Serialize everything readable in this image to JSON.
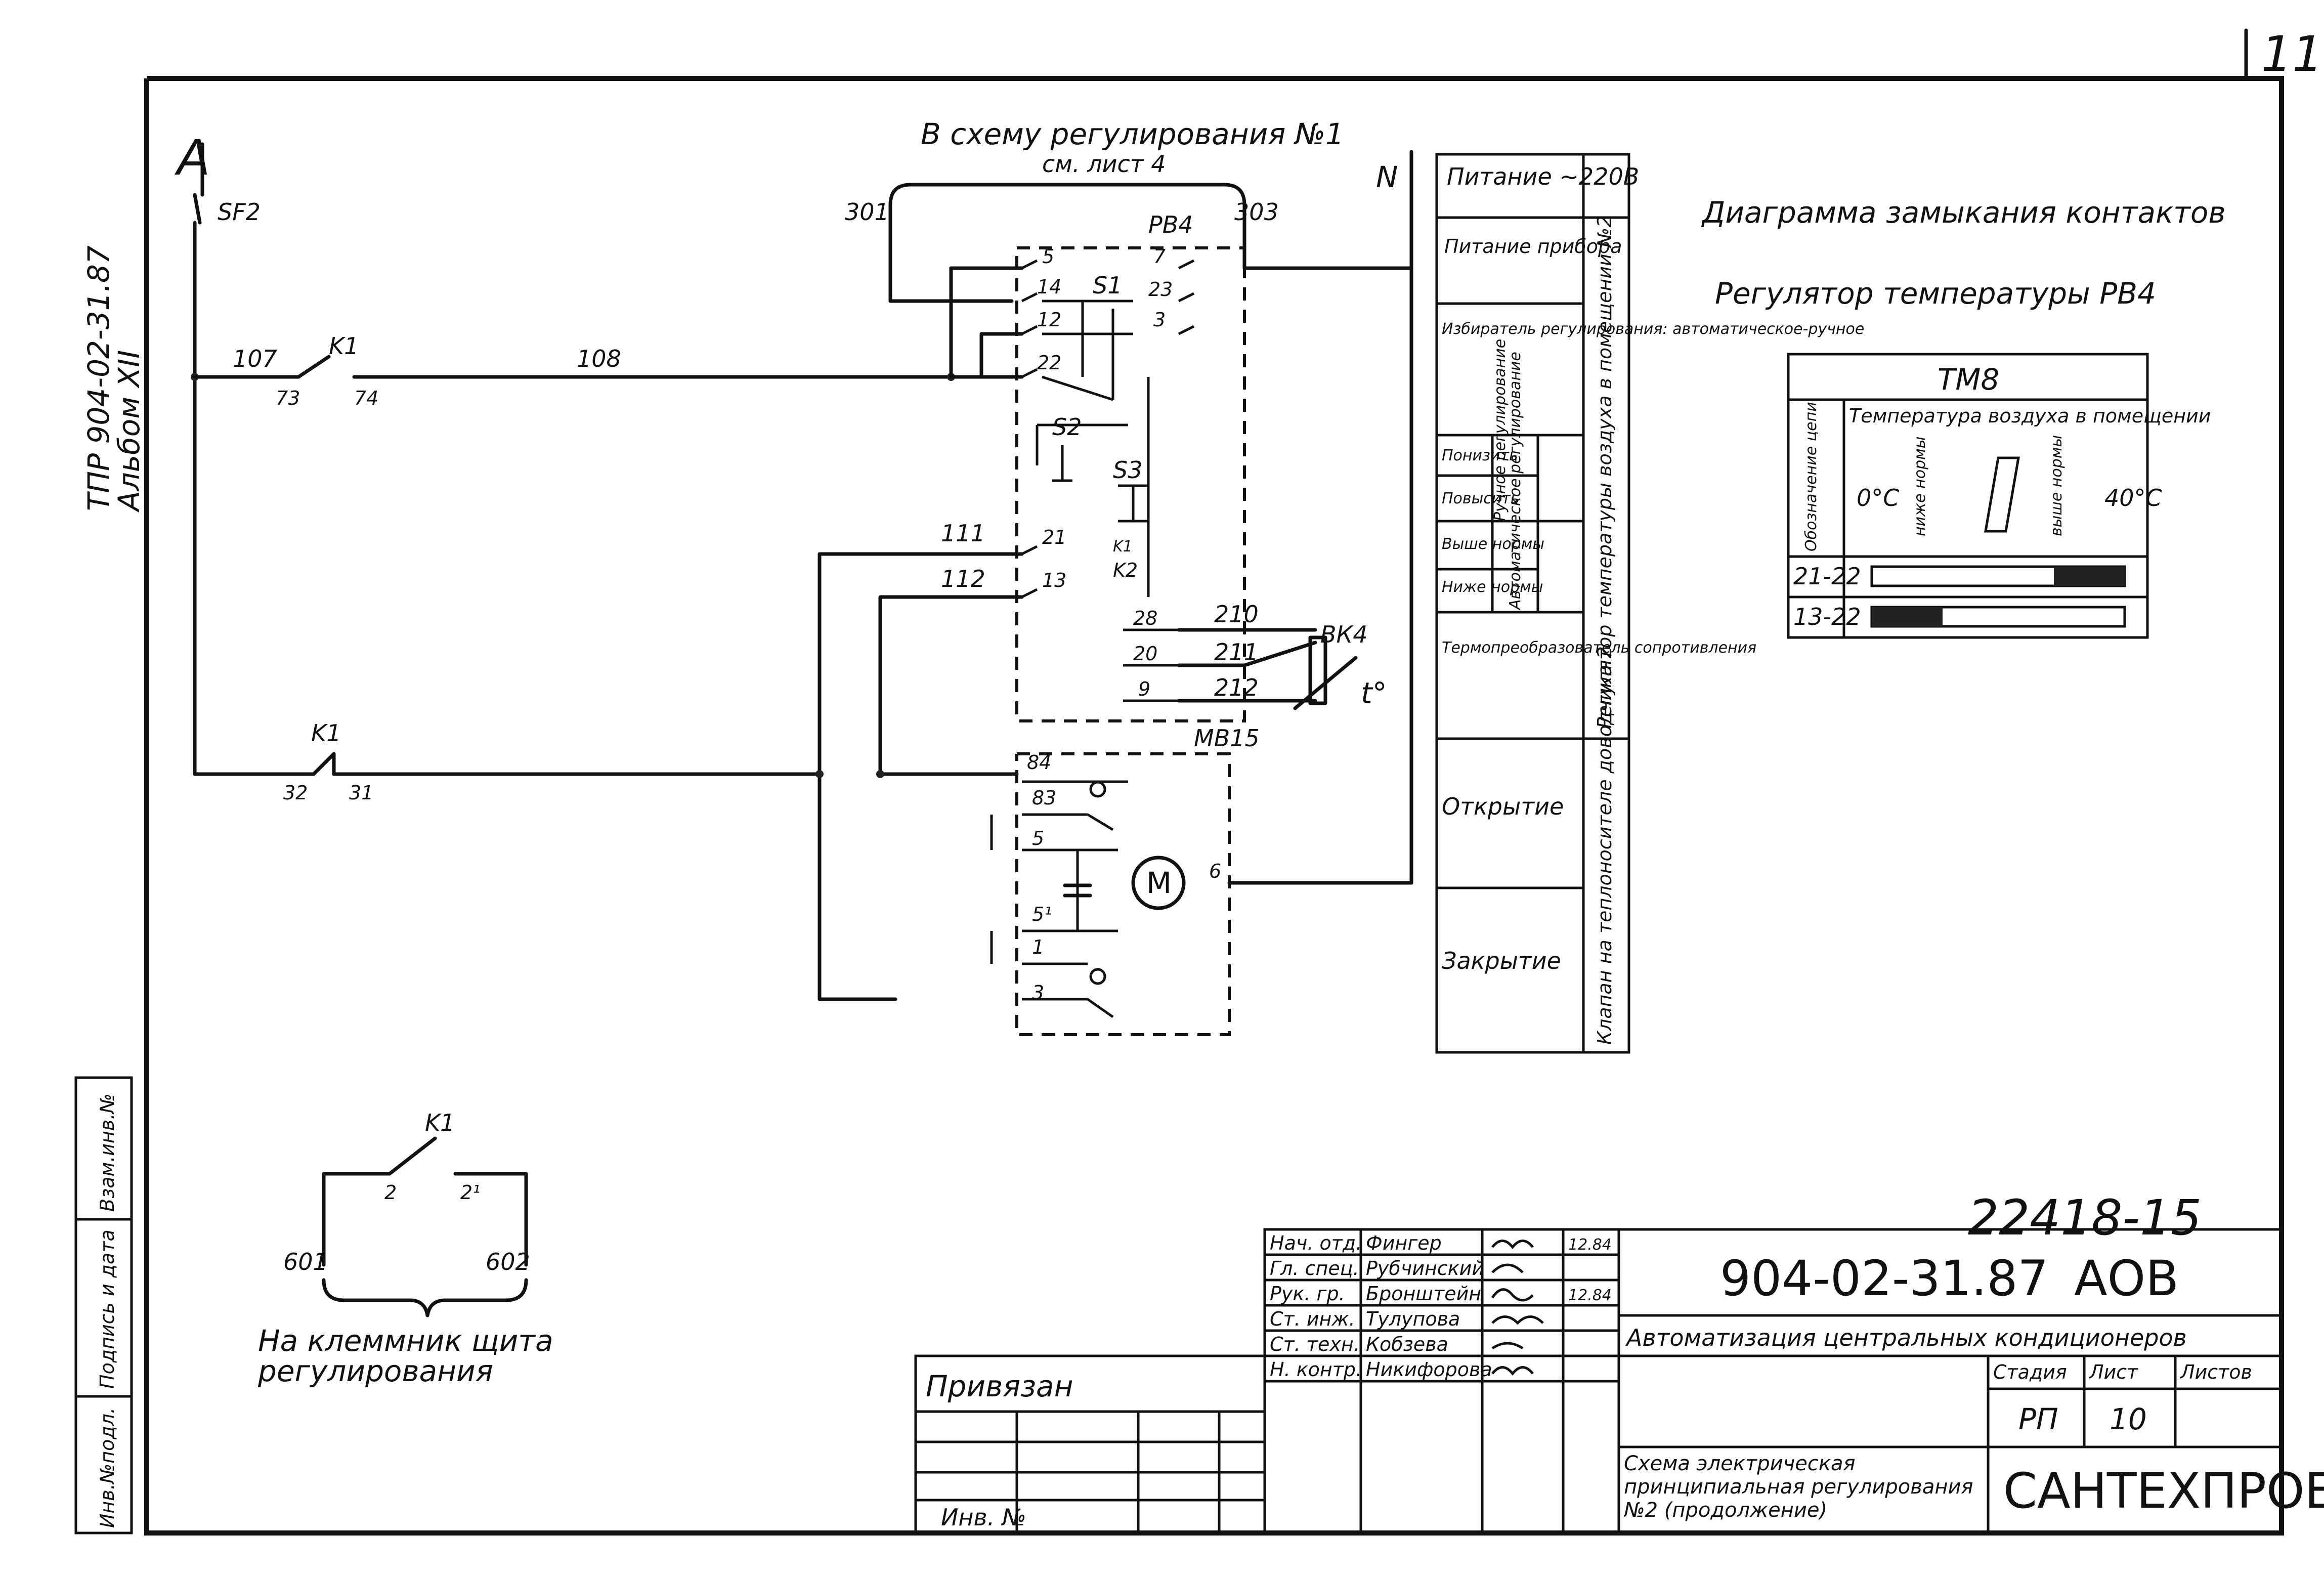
{
  "sheet": {
    "page_number": "11",
    "left_margin_code": "ТПР 904-02-31.87",
    "left_margin_album": "Альбом XII",
    "side_stamp": [
      "Инв.№подл.",
      "Подпись и дата",
      "Взам.инв.№"
    ]
  },
  "schematic": {
    "title_line1": "В схему регулирования №1",
    "title_line2": "см. лист 4",
    "phase_a": "A",
    "neutral": "N",
    "breaker": "SF2",
    "regulator_ref": "РВ4",
    "actuator_ref": "МВ15",
    "sensor_ref": "ВК4",
    "sensor_symbol": "t°",
    "motor_symbol": "M",
    "relay_k1": "K1",
    "relay_k2": "K2",
    "wire_numbers": [
      "301",
      "303",
      "107",
      "108",
      "111",
      "112",
      "210",
      "211",
      "212",
      "601",
      "602"
    ],
    "terminal_numbers": [
      "5",
      "14",
      "12",
      "22",
      "7",
      "23",
      "3",
      "21",
      "13",
      "28",
      "20",
      "9",
      "73",
      "74",
      "32",
      "31",
      "84",
      "83",
      "6",
      "5¹",
      "1",
      "2",
      "2¹"
    ],
    "switch_labels": [
      "S1",
      "S2",
      "S3"
    ],
    "bottom_caption_line1": "На клеммник щита",
    "bottom_caption_line2": "регулирования"
  },
  "legend": {
    "rows": [
      {
        "label": "Питание ~220В",
        "group": ""
      },
      {
        "label": "Питание прибора",
        "group": "Регулятор температуры воздуха в помещении №2"
      },
      {
        "label": "Избиратель регулирования: автоматическое-ручное",
        "group": "Регулятор температуры воздуха в помещении №2"
      },
      {
        "label": "Понизить",
        "sub": "Ручное регулирование",
        "group": "Регулятор температуры воздуха в помещении №2"
      },
      {
        "label": "Повысить",
        "sub": "Ручное регулирование",
        "group": "Регулятор температуры воздуха в помещении №2"
      },
      {
        "label": "Выше нормы",
        "sub": "Автоматическое регулирование",
        "group": "Регулятор температуры воздуха в помещении №2"
      },
      {
        "label": "Ниже нормы",
        "sub": "Автоматическое регулирование",
        "group": "Регулятор температуры воздуха в помещении №2"
      },
      {
        "label": "Термопреобразователь сопротивления",
        "group": "Регулятор температуры воздуха в помещении №2"
      },
      {
        "label": "Открытие",
        "group": "Клапан на теплоносителе доводчика 2"
      },
      {
        "label": "Закрытие",
        "group": "Клапан на теплоносителе доводчика 2"
      }
    ],
    "group_regulator": "Регулятор температуры воздуха в помещении №2",
    "group_valve": "Клапан на теплоносителе доводчика 2",
    "sub_manual": "Ручное регулирование",
    "sub_auto": "Автоматическое регулирование"
  },
  "contact_diagram": {
    "title": "Диаграмма замыкания контактов",
    "subtitle": "Регулятор температуры РВ4",
    "device": "ТМ8",
    "col_chain": "Обозначение цепи",
    "col_range": "Температура воздуха в помещении",
    "scale_min": "0°C",
    "scale_below": "ниже нормы",
    "scale_above": "выше нормы",
    "scale_max": "40°C",
    "rows": [
      {
        "chain": "21-22",
        "closed_from": 0.72,
        "closed_to": 1.0
      },
      {
        "chain": "13-22",
        "closed_from": 0.0,
        "closed_to": 0.28
      }
    ]
  },
  "title_block": {
    "archive_no": "22418-15",
    "doc_code": "904-02-31.87",
    "mark": "АОВ",
    "project": "Автоматизация центральных кондиционеров",
    "sheet_title": "Схема электрическая принципиальная регулирования №2 (продолжение)",
    "company": "САНТЕХПРОЕКТ",
    "stage_hdr": "Стадия",
    "sheet_hdr": "Лист",
    "sheets_hdr": "Листов",
    "stage": "РП",
    "sheet": "10",
    "sheets": "",
    "bound": "Привязан",
    "inv_no": "Инв. №",
    "signers": [
      {
        "role": "Нач. отд.",
        "name": "Фингер",
        "date": "12.84"
      },
      {
        "role": "Гл. спец.",
        "name": "Рубчинский",
        "date": ""
      },
      {
        "role": "Рук. гр.",
        "name": "Бронштейн",
        "date": "12.84"
      },
      {
        "role": "Ст. инж.",
        "name": "Тулупова",
        "date": ""
      },
      {
        "role": "Ст. техн.",
        "name": "Кобзева",
        "date": ""
      },
      {
        "role": "Н. контр.",
        "name": "Никифорова",
        "date": ""
      }
    ]
  }
}
